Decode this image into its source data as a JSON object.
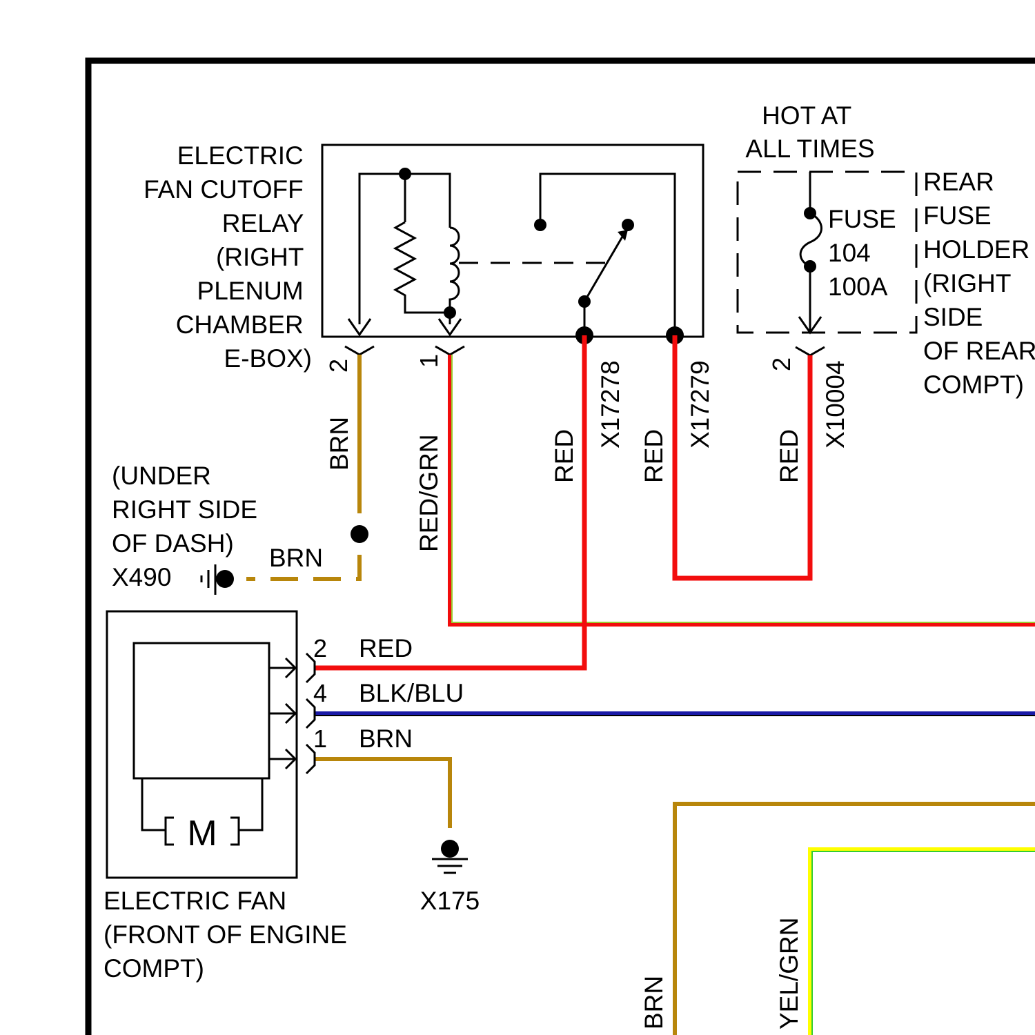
{
  "relay": {
    "label_lines": [
      "ELECTRIC",
      "FAN CUTOFF",
      "RELAY",
      "(RIGHT",
      "PLENUM",
      "CHAMBER",
      "E-BOX)"
    ],
    "pin_a": "2",
    "pin_b": "1"
  },
  "hot": {
    "lines": [
      "HOT AT",
      "ALL TIMES"
    ]
  },
  "fuse": {
    "lines": [
      "FUSE",
      "104",
      "100A"
    ],
    "pin": "2"
  },
  "fuse_holder": {
    "lines": [
      "REAR",
      "FUSE",
      "HOLDER",
      "(RIGHT",
      "SIDE",
      "OF REAR",
      "COMPT)"
    ]
  },
  "ground_x490": {
    "lines": [
      "(UNDER",
      "RIGHT SIDE",
      "OF DASH)",
      "X490"
    ],
    "wire_color": "BRN"
  },
  "wires": {
    "relay_pin2": "BRN",
    "relay_pin1": "RED/GRN",
    "relay_87": "RED",
    "relay_30": "RED",
    "fuse_out": "RED",
    "lower_brn": "BRN",
    "lower_yelgrn": "YEL/GRN"
  },
  "splices": {
    "s1": "X17278",
    "s2": "X17279",
    "s3": "X10004"
  },
  "fan": {
    "label_lines": [
      "ELECTRIC FAN",
      "(FRONT OF ENGINE",
      "COMPT)"
    ],
    "motor": "M",
    "pins": [
      {
        "num": "2",
        "color": "RED"
      },
      {
        "num": "4",
        "color": "BLK/BLU"
      },
      {
        "num": "1",
        "color": "BRN"
      }
    ]
  },
  "ground_x175": {
    "label": "X175"
  },
  "colors": {
    "red": "#f20d0d",
    "brown": "#b8860b",
    "green_trace": "#9acd32",
    "blue": "#1a1aa6",
    "yellow": "#ffff00",
    "green": "#32cd32"
  }
}
